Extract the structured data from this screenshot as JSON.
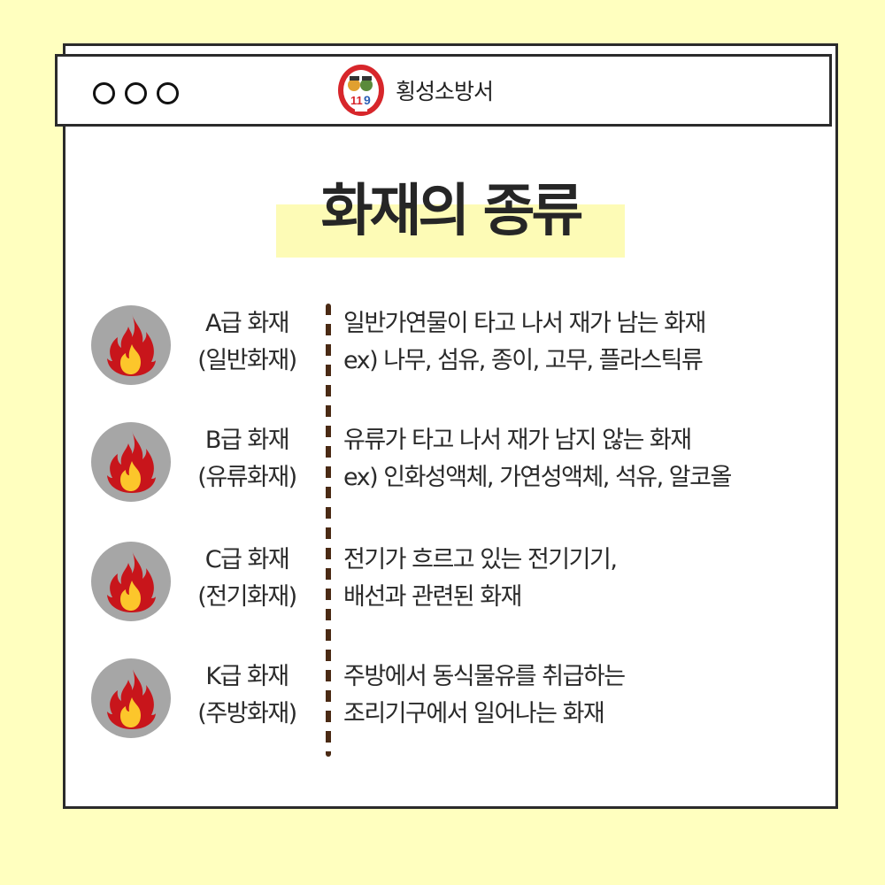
{
  "window": {
    "dots": [
      "circle",
      "circle",
      "circle"
    ],
    "logo_icon": "fire-station-119-emblem-icon",
    "brand_name": "횡성소방서"
  },
  "title": "화재의 종류",
  "colors": {
    "background": "#ffffbf",
    "title_highlight": "#fdfbb6",
    "divider": "#4a2a14",
    "icon_circle": "#a6a6a6",
    "flame_red": "#c8151b",
    "flame_yellow": "#fcc62b"
  },
  "fire_types": [
    {
      "icon": "flame-icon",
      "class_label": "A급 화재",
      "class_name": "(일반화재)",
      "line1": "일반가연물이 타고 나서 재가 남는 화재",
      "line2": "ex) 나무, 섬유, 종이, 고무, 플라스틱류"
    },
    {
      "icon": "flame-icon",
      "class_label": "B급 화재",
      "class_name": "(유류화재)",
      "line1": "유류가 타고 나서 재가 남지 않는 화재",
      "line2": "ex) 인화성액체, 가연성액체, 석유, 알코올"
    },
    {
      "icon": "flame-icon",
      "class_label": "C급 화재",
      "class_name": "(전기화재)",
      "line1": "전기가 흐르고 있는 전기기기,",
      "line2": "배선과 관련된 화재"
    },
    {
      "icon": "flame-icon",
      "class_label": "K급 화재",
      "class_name": "(주방화재)",
      "line1": "주방에서 동식물유를 취급하는",
      "line2": "조리기구에서 일어나는 화재"
    }
  ]
}
